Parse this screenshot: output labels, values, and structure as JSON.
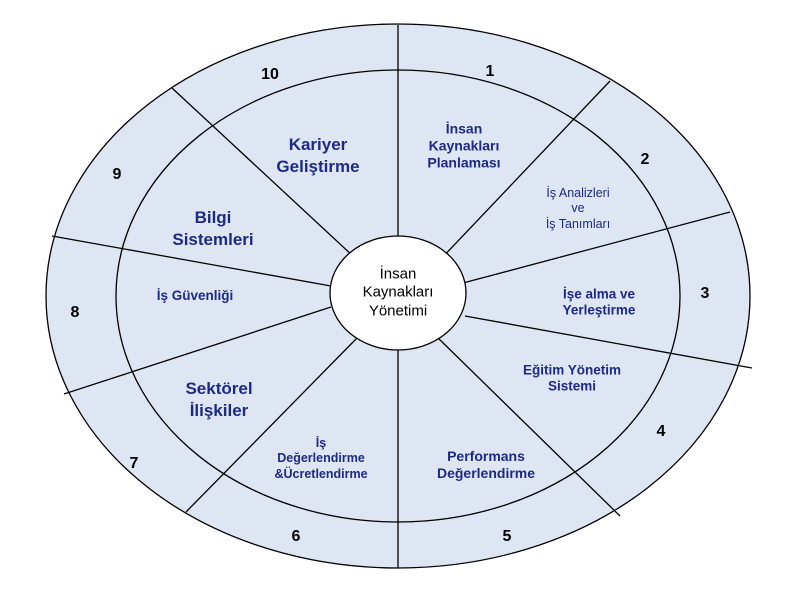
{
  "center": {
    "lines": [
      "İnsan",
      "Kaynakları",
      "Yönetimi"
    ]
  },
  "segments": [
    {
      "number": "1",
      "lines": [
        "İnsan",
        "Kaynakları",
        "Planlaması"
      ]
    },
    {
      "number": "2",
      "lines": [
        "İş Analizleri",
        "ve",
        "İş Tanımları"
      ]
    },
    {
      "number": "3",
      "lines": [
        "İşe alma ve",
        "Yerleştirme"
      ]
    },
    {
      "number": "4",
      "lines": [
        "Eğitim Yönetim",
        "Sistemi"
      ]
    },
    {
      "number": "5",
      "lines": [
        "Performans",
        "Değerlendirme"
      ]
    },
    {
      "number": "6",
      "lines": [
        "İş",
        "Değerlendirme",
        "&Ücretlendirme"
      ]
    },
    {
      "number": "7",
      "lines": [
        "Sektörel",
        "İlişkiler"
      ]
    },
    {
      "number": "8",
      "lines": [
        "İş Güvenliği"
      ]
    },
    {
      "number": "9",
      "lines": [
        "Bilgi",
        "Sistemleri"
      ]
    },
    {
      "number": "10",
      "lines": [
        "Kariyer",
        "Geliştirme"
      ]
    }
  ],
  "colors": {
    "outer_fill": "#dee6f3",
    "text": "#1c2a86",
    "line": "#000000"
  }
}
